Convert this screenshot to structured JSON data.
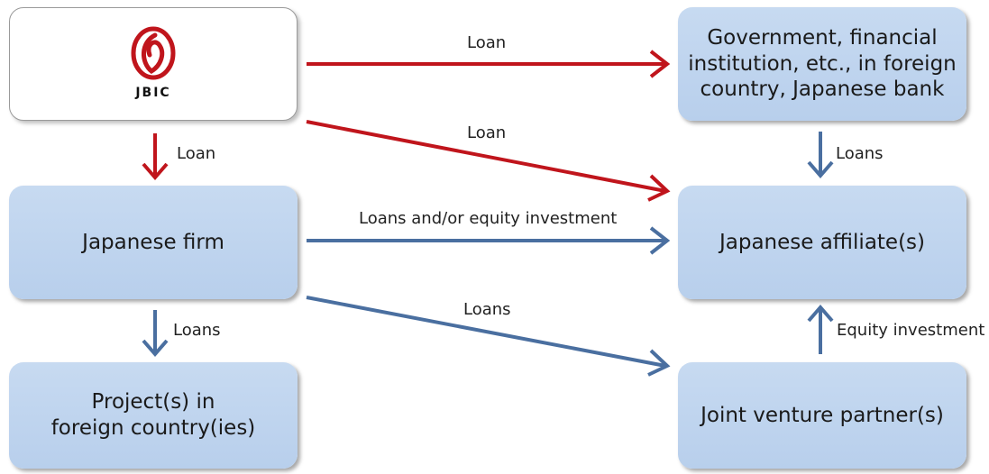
{
  "colors": {
    "red_arrow": "#c0151c",
    "blue_arrow": "#4a6fa0",
    "box_fill": "#c4d8f0"
  },
  "jbic": {
    "logo_text": "JBIC"
  },
  "boxes": {
    "government": "Government, financial\ninstitution, etc., in foreign\ncountry, Japanese bank",
    "japanese_firm": "Japanese firm",
    "japanese_affiliate": "Japanese affiliate(s)",
    "projects": "Project(s) in\nforeign country(ies)",
    "jv_partner": "Joint venture partner(s)"
  },
  "labels": {
    "jbic_to_government": "Loan",
    "jbic_to_affiliate": "Loan",
    "jbic_to_firm": "Loan",
    "government_to_affiliate": "Loans",
    "firm_to_affiliate": "Loans and/or equity investment",
    "firm_to_projects": "Loans",
    "firm_to_jv": "Loans",
    "jv_to_affiliate": "Equity investment"
  }
}
